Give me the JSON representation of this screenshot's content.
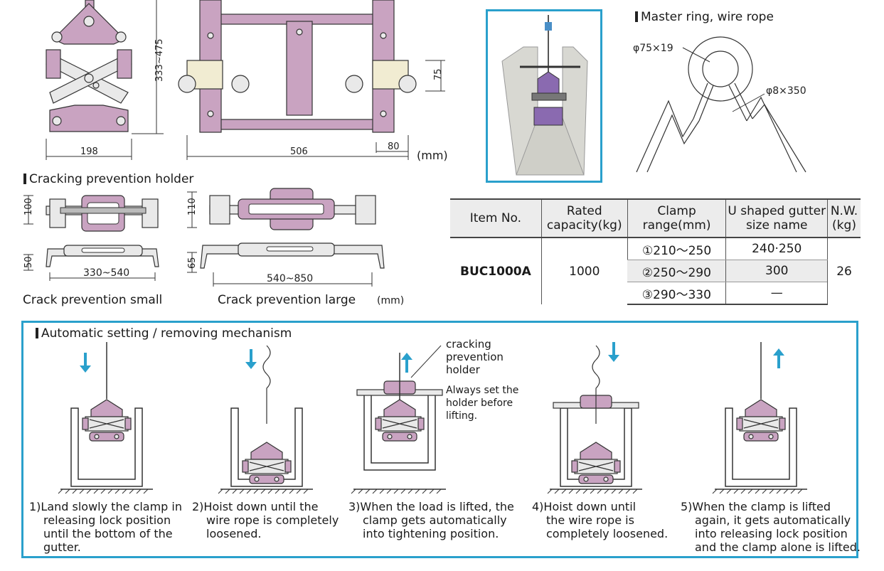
{
  "top_drawing": {
    "dim_height": "333~475",
    "dim_width_side": "198",
    "dim_width_front": "506",
    "dim_80": "80",
    "dim_75": "75",
    "unit": "(mm)"
  },
  "master_ring": {
    "title": "Master ring, wire rope",
    "ring_label": "φ75×19",
    "rope_label": "φ8×350"
  },
  "holder": {
    "title": "Cracking prevention holder",
    "small": {
      "height_top": "100",
      "height_side": "50",
      "width": "330~540",
      "caption": "Crack prevention small"
    },
    "large": {
      "height_top": "110",
      "height_side": "65",
      "width": "540~850",
      "caption": "Crack prevention large"
    },
    "unit": "(mm)"
  },
  "spec_table": {
    "headers": [
      "Item No.",
      "Rated capacity(kg)",
      "Clamp range(mm)",
      "U shaped gutter size name",
      "N.W.(kg)"
    ],
    "header_lines": [
      [
        "Item No."
      ],
      [
        "Rated",
        "capacity(kg)"
      ],
      [
        "Clamp",
        "range(mm)"
      ],
      [
        "U shaped gutter",
        "size name"
      ],
      [
        "N.W.",
        "(kg)"
      ]
    ],
    "item": "BUC1000A",
    "capacity": "1000",
    "weight": "26",
    "rows": [
      {
        "range": "①210〜250",
        "gutter": "240·250"
      },
      {
        "range": "②250〜290",
        "gutter": "300"
      },
      {
        "range": "③290〜330",
        "gutter": "—"
      }
    ]
  },
  "mechanism": {
    "title": "Automatic setting / removing mechanism",
    "holder_callout": [
      "cracking",
      "prevention",
      "holder"
    ],
    "note": [
      "Always set the",
      "holder before",
      "lifting."
    ],
    "steps": [
      {
        "num": "1)",
        "lines": [
          "Land slowly the clamp in",
          "releasing lock position",
          "until the bottom of the",
          "gutter."
        ]
      },
      {
        "num": "2)",
        "lines": [
          "Hoist down until the",
          "wire rope is completely",
          "loosened."
        ]
      },
      {
        "num": "3)",
        "lines": [
          "When the load is lifted, the",
          "clamp gets automatically",
          "into tightening position."
        ]
      },
      {
        "num": "4)",
        "lines": [
          "Hoist down until",
          "the wire rope is",
          "completely loosened."
        ]
      },
      {
        "num": "5)",
        "lines": [
          "When the clamp is lifted",
          "again, it gets automatically",
          "into releasing lock position",
          "and the clamp alone is lifted."
        ]
      }
    ],
    "arrow_color": "#2aa0cc"
  }
}
